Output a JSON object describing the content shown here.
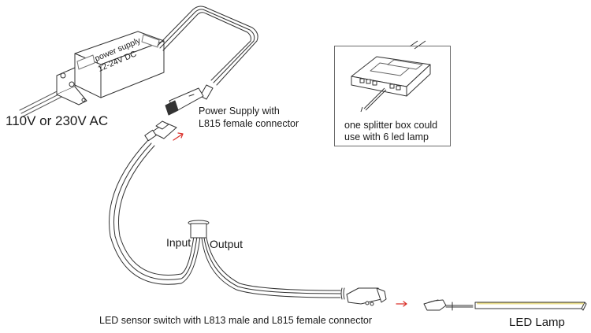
{
  "title": "LED sensor switch wiring diagram",
  "labels": {
    "ac_input": "110V or 230V AC",
    "power_supply_body_line1": "power supply",
    "power_supply_body_line2": "12-24V DC",
    "power_supply_connector_line1": "Power Supply with",
    "power_supply_connector_line2": "L815 female connector",
    "sensor_input": "Input",
    "sensor_output": "Output",
    "sensor_switch": "LED sensor switch with L813 male and L815 female connector",
    "led_lamp": "LED Lamp",
    "splitter_line1": "one splitter box could",
    "splitter_line2": "use with 6 led lamp"
  },
  "components": [
    {
      "id": "power-supply",
      "name": "power supply",
      "spec": "12-24V DC",
      "input": "110V or 230V AC"
    },
    {
      "id": "ps-connector",
      "name": "L815 female connector"
    },
    {
      "id": "sensor-switch",
      "name": "LED sensor switch",
      "connectors": [
        "L813 male",
        "L815 female"
      ],
      "ports": [
        "Input",
        "Output"
      ]
    },
    {
      "id": "splitter-box",
      "name": "splitter box",
      "capacity_lamps": 6
    },
    {
      "id": "led-lamp",
      "name": "LED Lamp"
    }
  ],
  "colors": {
    "line": "#333333",
    "arrow": "#d9302a",
    "led_strip": "#e8dc8a",
    "frame": "#6b6b6b"
  }
}
